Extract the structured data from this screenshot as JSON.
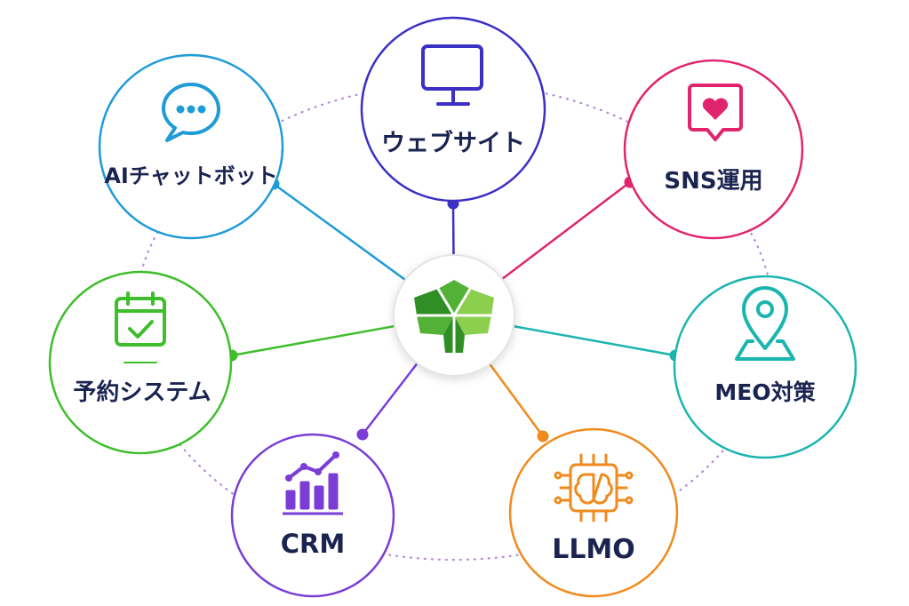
{
  "center": {
    "name": "clover-logo"
  },
  "colors": {
    "label": "#1b2450",
    "dotted_ring": "#b58ad8",
    "logo_light": "#8ccf4f",
    "logo_mid": "#52b236",
    "logo_dark": "#2f8f25"
  },
  "nodes": [
    {
      "id": "website",
      "label": "ウェブサイト",
      "color": "#3b2fc4",
      "icon": "monitor-icon"
    },
    {
      "id": "sns",
      "label": "SNS運用",
      "color": "#e0256e",
      "icon": "heart-chat-icon"
    },
    {
      "id": "meo",
      "label": "MEO対策",
      "color": "#1bb5b0",
      "icon": "map-pin-icon"
    },
    {
      "id": "llmo",
      "label": "LLMO",
      "color": "#f08a1c",
      "icon": "ai-brain-chip-icon"
    },
    {
      "id": "crm",
      "label": "CRM",
      "color": "#7a3ed6",
      "icon": "bar-chart-trend-icon"
    },
    {
      "id": "reservation",
      "label": "予約システム",
      "color": "#3fbe2c",
      "icon": "calendar-check-icon"
    },
    {
      "id": "chatbot",
      "label": "AIチャットボット",
      "color": "#1f9bd8",
      "icon": "chat-bubble-icon"
    }
  ]
}
